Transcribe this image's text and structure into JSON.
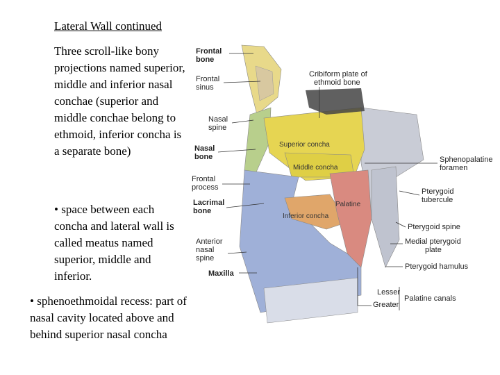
{
  "slide": {
    "title": "Lateral Wall continued",
    "paragraphs": [
      "Three scroll-like bony projections named superior, middle and inferior nasal conchae (superior and middle conchae belong to ethmoid, inferior concha is a separate bone)",
      "• space between each concha and lateral wall is called meatus named superior, middle and inferior.",
      "• sphenoethmoidal recess: part of nasal cavity located above and behind superior nasal concha"
    ]
  },
  "figure": {
    "labels": {
      "frontal_bone": [
        "Frontal",
        "bone"
      ],
      "frontal_sinus": [
        "Frontal",
        "sinus"
      ],
      "nasal_spine": [
        "Nasal",
        "spine"
      ],
      "nasal_bone": [
        "Nasal",
        "bone"
      ],
      "frontal_process": [
        "Frontal",
        "process"
      ],
      "lacrimal_bone": [
        "Lacrimal",
        "bone"
      ],
      "anterior_nasal_spine": [
        "Anterior",
        "nasal",
        "spine"
      ],
      "maxilla": "Maxilla",
      "cribiform_plate": [
        "Cribiform plate of",
        "ethmoid bone"
      ],
      "sphenopalatine_foramen": [
        "Sphenopalatine",
        "foramen"
      ],
      "pterygoid_tubercule": [
        "Pterygoid",
        "tubercule"
      ],
      "pterygoid_spine": "Pterygoid spine",
      "medial_pterygoid_plate": [
        "Medial pterygoid",
        "plate"
      ],
      "pterygoid_hamulus": "Pterygoid hamulus",
      "lesser": "Lesser",
      "greater": "Greater",
      "palatine_canals": "Palatine canals",
      "superior_concha": "Superior concha",
      "middle_concha": "Middle concha",
      "inferior_concha": "Inferior concha",
      "palatine": "Palatine"
    },
    "colors": {
      "frontal": "#e8d98a",
      "nasal": "#b8cf8c",
      "ethmoid": "#e6d552",
      "maxilla": "#9fb0d8",
      "inferior_concha": "#e0a66a",
      "palatine": "#d98a80",
      "sphenoid": "#c9ccd6"
    }
  }
}
